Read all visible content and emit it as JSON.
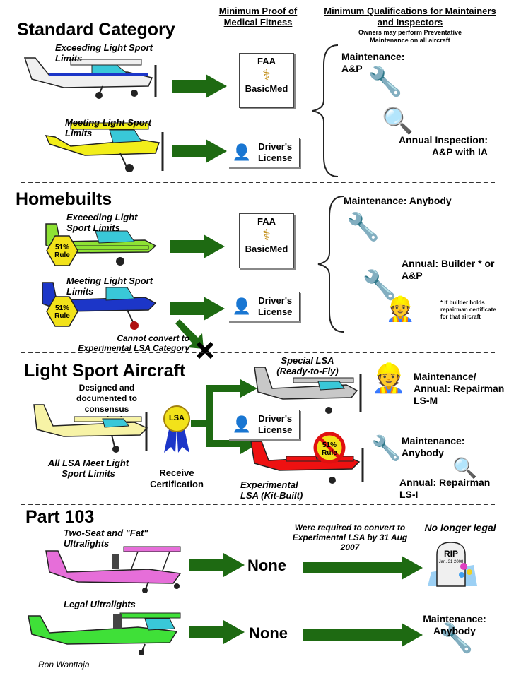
{
  "columns": {
    "medical": "Minimum Proof of Medical Fitness",
    "quals": "Minimum Qualifications  for Maintainers and Inspectors",
    "quals_note": "Owners may perform Preventative Maintenance on all aircraft"
  },
  "standard": {
    "title": "Standard Category",
    "exceeding": "Exceeding Light Sport Limits",
    "meeting": "Meeting  Light Sport Limits",
    "faa_top": "FAA",
    "faa_bottom": "BasicMed",
    "license": "Driver's License",
    "maintenance": "Maintenance: A&P",
    "annual": "Annual Inspection: A&P with IA"
  },
  "homebuilts": {
    "title": "Homebuilts",
    "exceeding": "Exceeding Light Sport Limits",
    "meeting": "Meeting  Light Sport Limits",
    "rule_badge": "51% Rule",
    "faa_top": "FAA",
    "faa_bottom": "BasicMed",
    "license": "Driver's License",
    "cannot_convert": "Cannot convert to Experimental LSA Category",
    "maintenance": "Maintenance:  Anybody",
    "annual": "Annual: Builder * or A&P",
    "footnote": "* If builder holds repairman certificate for that aircraft"
  },
  "lsa": {
    "title": "Light Sport Aircraft",
    "designed": "Designed and documented to consensus standards",
    "all_meet": "All LSA Meet Light Sport Limits",
    "ribbon": "LSA",
    "receive": "Receive Certification",
    "special": "Special LSA (Ready-to-Fly)",
    "experimental": "Experimental LSA (Kit-Built)",
    "license": "Driver's License",
    "no_rule": "51% Rule",
    "maint_special": "Maintenance/ Annual: Repairman LS-M",
    "maint_exp": "Maintenance: Anybody",
    "annual_exp": "Annual: Repairman LS-I"
  },
  "part103": {
    "title": "Part 103",
    "fat": "Two-Seat and \"Fat\" Ultralights",
    "legal": "Legal Ultralights",
    "none1": "None",
    "none2": "None",
    "required": "Were required to convert to Experimental LSA by 31 Aug 2007",
    "no_longer": "No longer legal",
    "rip": "RIP",
    "tomb_date": "Jan. 31 2008",
    "maintenance": "Maintenance: Anybody"
  },
  "author": "Ron Wanttaja",
  "colors": {
    "arrow": "#1e6a12",
    "standard_plane": "#f0f0f0",
    "cub": "#f2ee1a",
    "homebuilt_green": "#8ee234",
    "homebuilt_blue": "#1c36c8",
    "lsa_yellow": "#f7f3a6",
    "special_gray": "#c8c8c8",
    "exp_red": "#ee1111",
    "ultralight_pink": "#e66ed9",
    "ultralight_green": "#3fe038",
    "cabin": "#39c8d8"
  }
}
